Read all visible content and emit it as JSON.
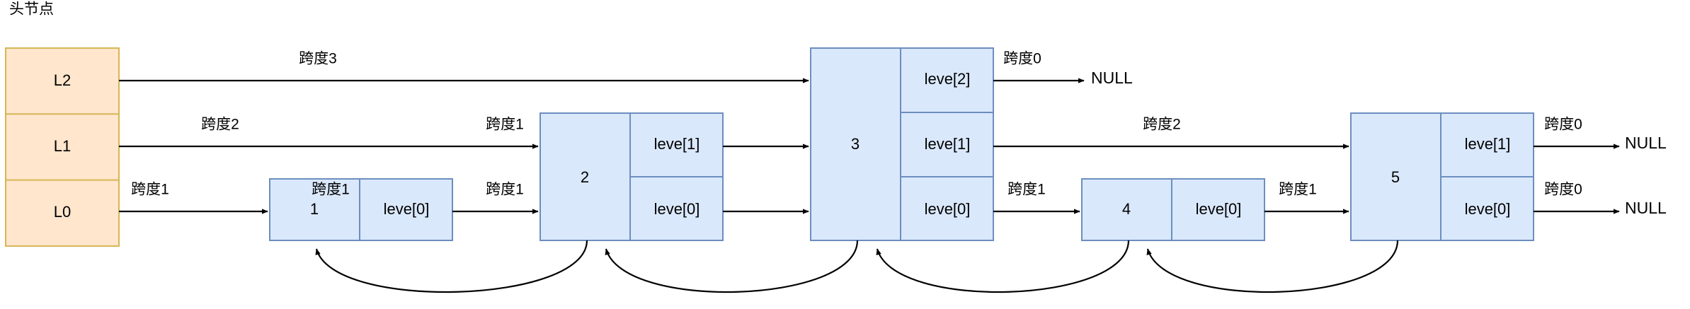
{
  "diagram": {
    "title_caption": "头节点",
    "type": "skip-list",
    "colors": {
      "head_fill": "#ffe6cc",
      "head_stroke": "#d6b656",
      "node_fill": "#dae8fc",
      "node_stroke": "#6c8ebf",
      "arrow": "#000000",
      "background": "#ffffff"
    },
    "head_node": {
      "name": "head-node",
      "levels": [
        "L2",
        "L1",
        "L0"
      ]
    },
    "nodes": [
      {
        "id": "node-1",
        "value": "1",
        "levels": [
          "leve[0]"
        ]
      },
      {
        "id": "node-2",
        "value": "2",
        "levels": [
          "leve[1]",
          "leve[0]"
        ]
      },
      {
        "id": "node-3",
        "value": "3",
        "levels": [
          "leve[2]",
          "leve[1]",
          "leve[0]"
        ]
      },
      {
        "id": "node-4",
        "value": "4",
        "levels": [
          "leve[0]"
        ]
      },
      {
        "id": "node-5",
        "value": "5",
        "levels": [
          "leve[1]",
          "leve[0]"
        ]
      }
    ],
    "null_terminators": [
      {
        "id": "null-l2",
        "label": "NULL"
      },
      {
        "id": "null-l1",
        "label": "NULL"
      },
      {
        "id": "null-l0",
        "label": "NULL"
      }
    ],
    "forward_arrows": [
      {
        "id": "arrow-head-l2-to-node3",
        "level": 2,
        "from": "head",
        "to": "node-3",
        "span_label": "跨度3"
      },
      {
        "id": "arrow-head-l1-to-node2",
        "level": 1,
        "from": "head",
        "to": "node-2",
        "span_label": "跨度2"
      },
      {
        "id": "arrow-head-l0-to-node1",
        "level": 0,
        "from": "head",
        "to": "node-1",
        "span_label": "跨度1"
      },
      {
        "id": "arrow-node1-l0-to-node2",
        "level": 0,
        "from": "node-1",
        "to": "node-2",
        "span_label": "跨度1"
      },
      {
        "id": "arrow-node2-l1-to-node3",
        "level": 1,
        "from": "node-2",
        "to": "node-3",
        "span_label": "跨度1"
      },
      {
        "id": "arrow-node2-l0-to-node3",
        "level": 0,
        "from": "node-2",
        "to": "node-3",
        "span_label": "跨度1"
      },
      {
        "id": "arrow-node3-l2-to-null",
        "level": 2,
        "from": "node-3",
        "to": "NULL",
        "span_label": "跨度0"
      },
      {
        "id": "arrow-node3-l1-to-node5",
        "level": 1,
        "from": "node-3",
        "to": "node-5",
        "span_label": "跨度2"
      },
      {
        "id": "arrow-node3-l0-to-node4",
        "level": 0,
        "from": "node-3",
        "to": "node-4",
        "span_label": "跨度1"
      },
      {
        "id": "arrow-node4-l0-to-node5",
        "level": 0,
        "from": "node-4",
        "to": "node-5",
        "span_label": "跨度1"
      },
      {
        "id": "arrow-node5-l1-to-null",
        "level": 1,
        "from": "node-5",
        "to": "NULL",
        "span_label": "跨度0"
      },
      {
        "id": "arrow-node5-l0-to-null",
        "level": 0,
        "from": "node-5",
        "to": "NULL",
        "span_label": "跨度0"
      }
    ],
    "backward_arrows": [
      {
        "id": "backward-node2-to-node1",
        "from": "node-2",
        "to": "node-1"
      },
      {
        "id": "backward-node3-to-node2",
        "from": "node-3",
        "to": "node-2"
      },
      {
        "id": "backward-node4-to-node3",
        "from": "node-4",
        "to": "node-3"
      },
      {
        "id": "backward-node5-to-node4",
        "from": "node-5",
        "to": "node-4"
      }
    ]
  }
}
